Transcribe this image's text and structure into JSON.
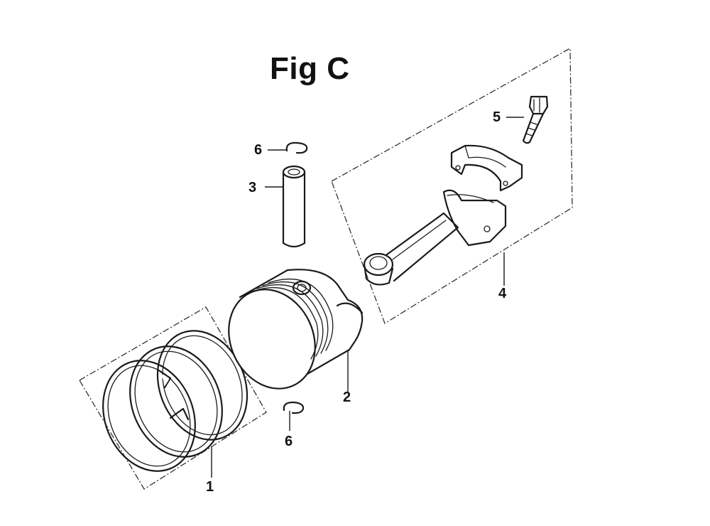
{
  "figure": {
    "title": "Fig C"
  },
  "callouts": {
    "piston_rings": "1",
    "piston": "2",
    "piston_pin": "3",
    "connecting_rod": "4",
    "rod_bolt": "5",
    "pin_clip_top": "6",
    "pin_clip_bottom": "6"
  }
}
